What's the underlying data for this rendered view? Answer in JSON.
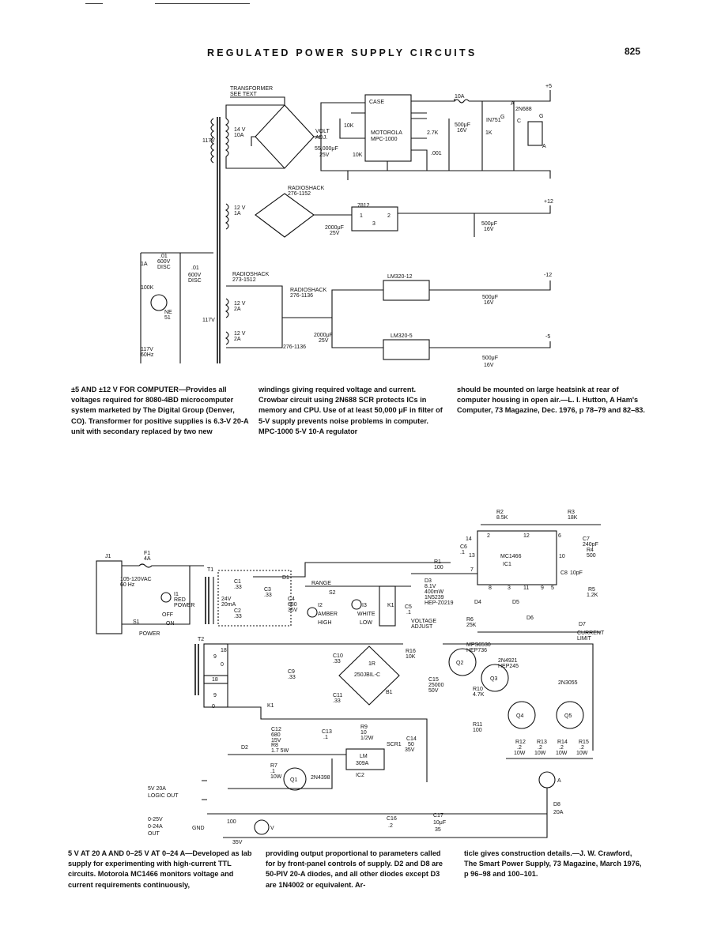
{
  "page": {
    "running_title": "REGULATED POWER SUPPLY CIRCUITS",
    "page_number": "825"
  },
  "figure1": {
    "labels": {
      "transformer": "TRANSFORMER",
      "see_text": "SEE TEXT",
      "v14": "14 V",
      "a10": "10A",
      "v117": "117V",
      "case": "CASE",
      "motorola": "MOTOROLA",
      "mpc": "MPC-1000",
      "volt": "VOLT",
      "adj": "ADJ.",
      "r10k_a": "10K",
      "r10k_b": "10K",
      "r27k": "2.7K",
      "c55000": "55,000μF",
      "c55000_v": "25V",
      "c500_a": "500μF",
      "c500_a_v": "16V",
      "c001": ".001",
      "fuse10a": "10A",
      "plus5": "+5",
      "in751": "IN751",
      "r1k": "1K",
      "scr": "2N688",
      "pin_a": "A",
      "pin_g": "G",
      "pin_c": "C",
      "pin_g2": "G",
      "pin_a2": "A",
      "radioshack1": "RADIOSHACK",
      "rs1_num": "276-1152",
      "v12_1": "12 V",
      "a1_1": "1A",
      "reg7812": "7812",
      "c2000_a": "2000μF",
      "c2000_a_v": "25V",
      "c500_b": "500μF",
      "c500_b_v": "16V",
      "plus12": "+12",
      "pin1": "1",
      "pin2": "2",
      "pin3": "3",
      "c01_a": ".01",
      "c600v_a": "600V",
      "disc_a": "DISC",
      "a1_fuse": "1A",
      "c01_b": ".01",
      "c600v_b": "600V",
      "disc_b": "DISC",
      "r100k": "100K",
      "ne51": "NE",
      "ne51b": "51",
      "v117b": "117V",
      "hz60": "60Hz",
      "v117c": "117V",
      "radioshack2": "RADIOSHACK",
      "rs2_num": "273-1512",
      "radioshack3": "RADIOSHACK",
      "rs3_num": "276-1136",
      "v12_2": "12 V",
      "a2_2": "2A",
      "v12_3": "12 V",
      "a2_3": "2A",
      "rs4_num": "276-1136",
      "c2000_b": "2000μF",
      "c2000_b_v": "25V",
      "lm320_12": "LM320-12",
      "lm320_5": "LM320-5",
      "minus12": "-12",
      "minus5": "-5",
      "c500_c": "500μF",
      "c500_c_v": "16V",
      "c500_d": "500μF",
      "c500_d_v": "16V"
    },
    "caption": [
      "±5 AND ±12 V FOR COMPUTER—Provides all voltages required for 8080-4BD microcomputer system marketed by The Digital Group (Denver, CO). Transformer for positive supplies is 6.3-V 20-A unit with secondary replaced by two new",
      "windings giving required voltage and current. Crowbar circuit using 2N688 SCR protects ICs in memory and CPU. Use of at least 50,000 μF in filter of 5-V supply prevents noise problems in computer. MPC-1000 5-V 10-A regulator",
      "should be mounted on large heatsink at rear of computer housing in open air.—L. I. Hutton, A Ham's Computer, 73 Magazine, Dec. 1976, p 78–79 and 82–83."
    ]
  },
  "figure2": {
    "labels": {
      "j1": "J1",
      "f1": "F1",
      "f1a": "4A",
      "vac": "105-120VAC",
      "hz": "60 Hz",
      "i1": "I1",
      "red": "RED",
      "power_lbl": "POWER",
      "off": "OFF",
      "on": "ON",
      "s1": "S1",
      "power": "POWER",
      "t1": "T1",
      "d1": "D1",
      "c1": "C1",
      "c1v": ".33",
      "c3": "C3",
      "c3v": ".33",
      "c2": "C2",
      "c2v": ".33",
      "v24": "24V",
      "ma20": "20mA",
      "c4": "C4",
      "c4v": "680",
      "c4vv": "35V",
      "range": "RANGE",
      "s2": "S2",
      "i2": "I2",
      "amber": "AMBER",
      "high": "HIGH",
      "i3": "I3",
      "white": "WHITE",
      "low": "LOW",
      "k1": "K1",
      "c5": "C5",
      "c5v": ".1",
      "c6": "C6",
      "c6v": ".1",
      "r1": "R1",
      "r1v": "100",
      "d3": "D3",
      "d3a": "8.1V",
      "d3b": "400mW",
      "d3c": "1N5239",
      "d3d": "HEP-Z0219",
      "d4": "D4",
      "d5": "D5",
      "r2": "R2",
      "r2v": "8.5K",
      "r3": "R3",
      "r3v": "18K",
      "ic1": "MC1466",
      "ic1b": "IC1",
      "c7": "C7",
      "c7v": "240pF",
      "r4": "R4",
      "r4v": "500",
      "c8": "C8",
      "c8v": "10pF",
      "r5": "R5",
      "r5v": "1.2K",
      "r6": "R6",
      "r6v": "25K",
      "vadj1": "VOLTAGE",
      "vadj2": "ADJUST",
      "d6": "D6",
      "d7": "D7",
      "climit1": "CURRENT",
      "climit2": "LIMIT",
      "t2": "T2",
      "c10": "C10",
      "c10v": ".33",
      "c9": "C9",
      "c9v": ".33",
      "c11": "C11",
      "c11v": ".33",
      "br1": "1R",
      "br1b": "250JBIL-C",
      "b1": "B1",
      "r16": "R16",
      "r16v": "10K",
      "c15": "C15",
      "c15v": "25000",
      "c15vv": "50V",
      "q2": "Q2",
      "q2lbl": "MPS6530",
      "q2lbl2": "HEP736",
      "q3": "Q3",
      "q3lbl": "2N4921",
      "q3lbl2": "HEP245",
      "q45": "2N3055",
      "q4": "Q4",
      "q5": "Q5",
      "r10": "R10",
      "r10v": "4.7K",
      "r11": "R11",
      "r11v": "100",
      "r12": "R12",
      "r13": "R13",
      "r14": "R14",
      "r15": "R15",
      "r1x": ".2",
      "r1w": "10W",
      "c12": "C12",
      "c12v": "680",
      "c12vv": "15V",
      "c13": "C13",
      "c13v": ".1",
      "r9": "R9",
      "r9v": "10",
      "r9w": "1/2W",
      "c14": "C14",
      "c14v": "50",
      "c14vv": "35V",
      "scr1": "SCR1",
      "r8": "R8",
      "r8v": "1.7 5W",
      "d2": "D2",
      "lm309": "LM",
      "lm309b": "309A",
      "ic2": "IC2",
      "r7": "R7",
      "r7v": ".1",
      "r7w": "10W",
      "q1": "Q1",
      "q1lbl": "2N4398",
      "k1b": "K1",
      "out5v_a": "5V 20A",
      "out5v_b": "LOGIC OUT",
      "out_a": "0-25V",
      "out_b": "0-24A",
      "out_c": "OUT",
      "gnd": "GND",
      "r100": "100",
      "v35": "35V",
      "vm": "V",
      "am": "A",
      "c16": "C16",
      "c16v": ".2",
      "c17": "C17",
      "c17v": "10μF",
      "c17vv": "35",
      "d8": "D8",
      "d8v": "20A",
      "n18a": "18",
      "n0a": "0",
      "n9a": "9",
      "n18b": "18",
      "n9b": "9",
      "n0b": "0",
      "p14": "14",
      "p13": "13",
      "p12": "12",
      "p2": "2",
      "p6": "6",
      "p10": "10",
      "p7": "7",
      "p8": "8",
      "p3": "3",
      "p11": "11",
      "p9": "9",
      "p5": "5"
    },
    "caption": [
      "5 V AT 20 A AND 0–25 V AT 0–24 A—Developed as lab supply for experimenting with high-current TTL circuits. Motorola MC1466 monitors voltage and current requirements continuously,",
      "providing output proportional to parameters called for by front-panel controls of supply. D2 and D8 are 50-PIV 20-A diodes, and all other diodes except D3 are 1N4002 or equivalent. Ar-",
      "ticle gives construction details.—J. W. Crawford, The Smart Power Supply, 73 Magazine, March 1976, p 96–98 and 100–101."
    ]
  }
}
